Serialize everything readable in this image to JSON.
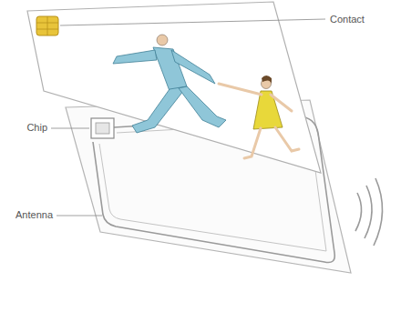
{
  "diagram": {
    "labels": [
      "Contact",
      "Chip",
      "Antenna"
    ]
  }
}
